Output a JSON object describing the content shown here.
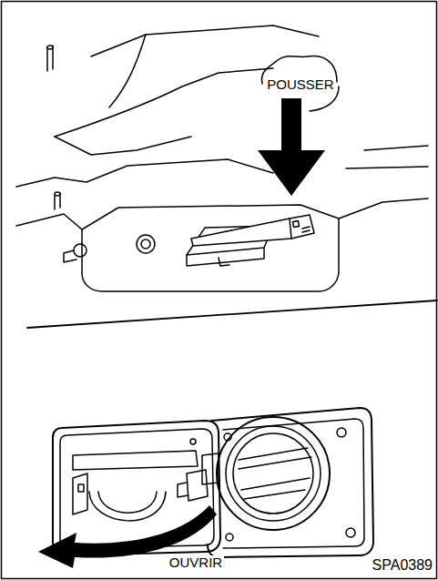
{
  "diagram": {
    "labels": [
      "POUSSER",
      "OUVRIR",
      "SPA0389"
    ]
  }
}
